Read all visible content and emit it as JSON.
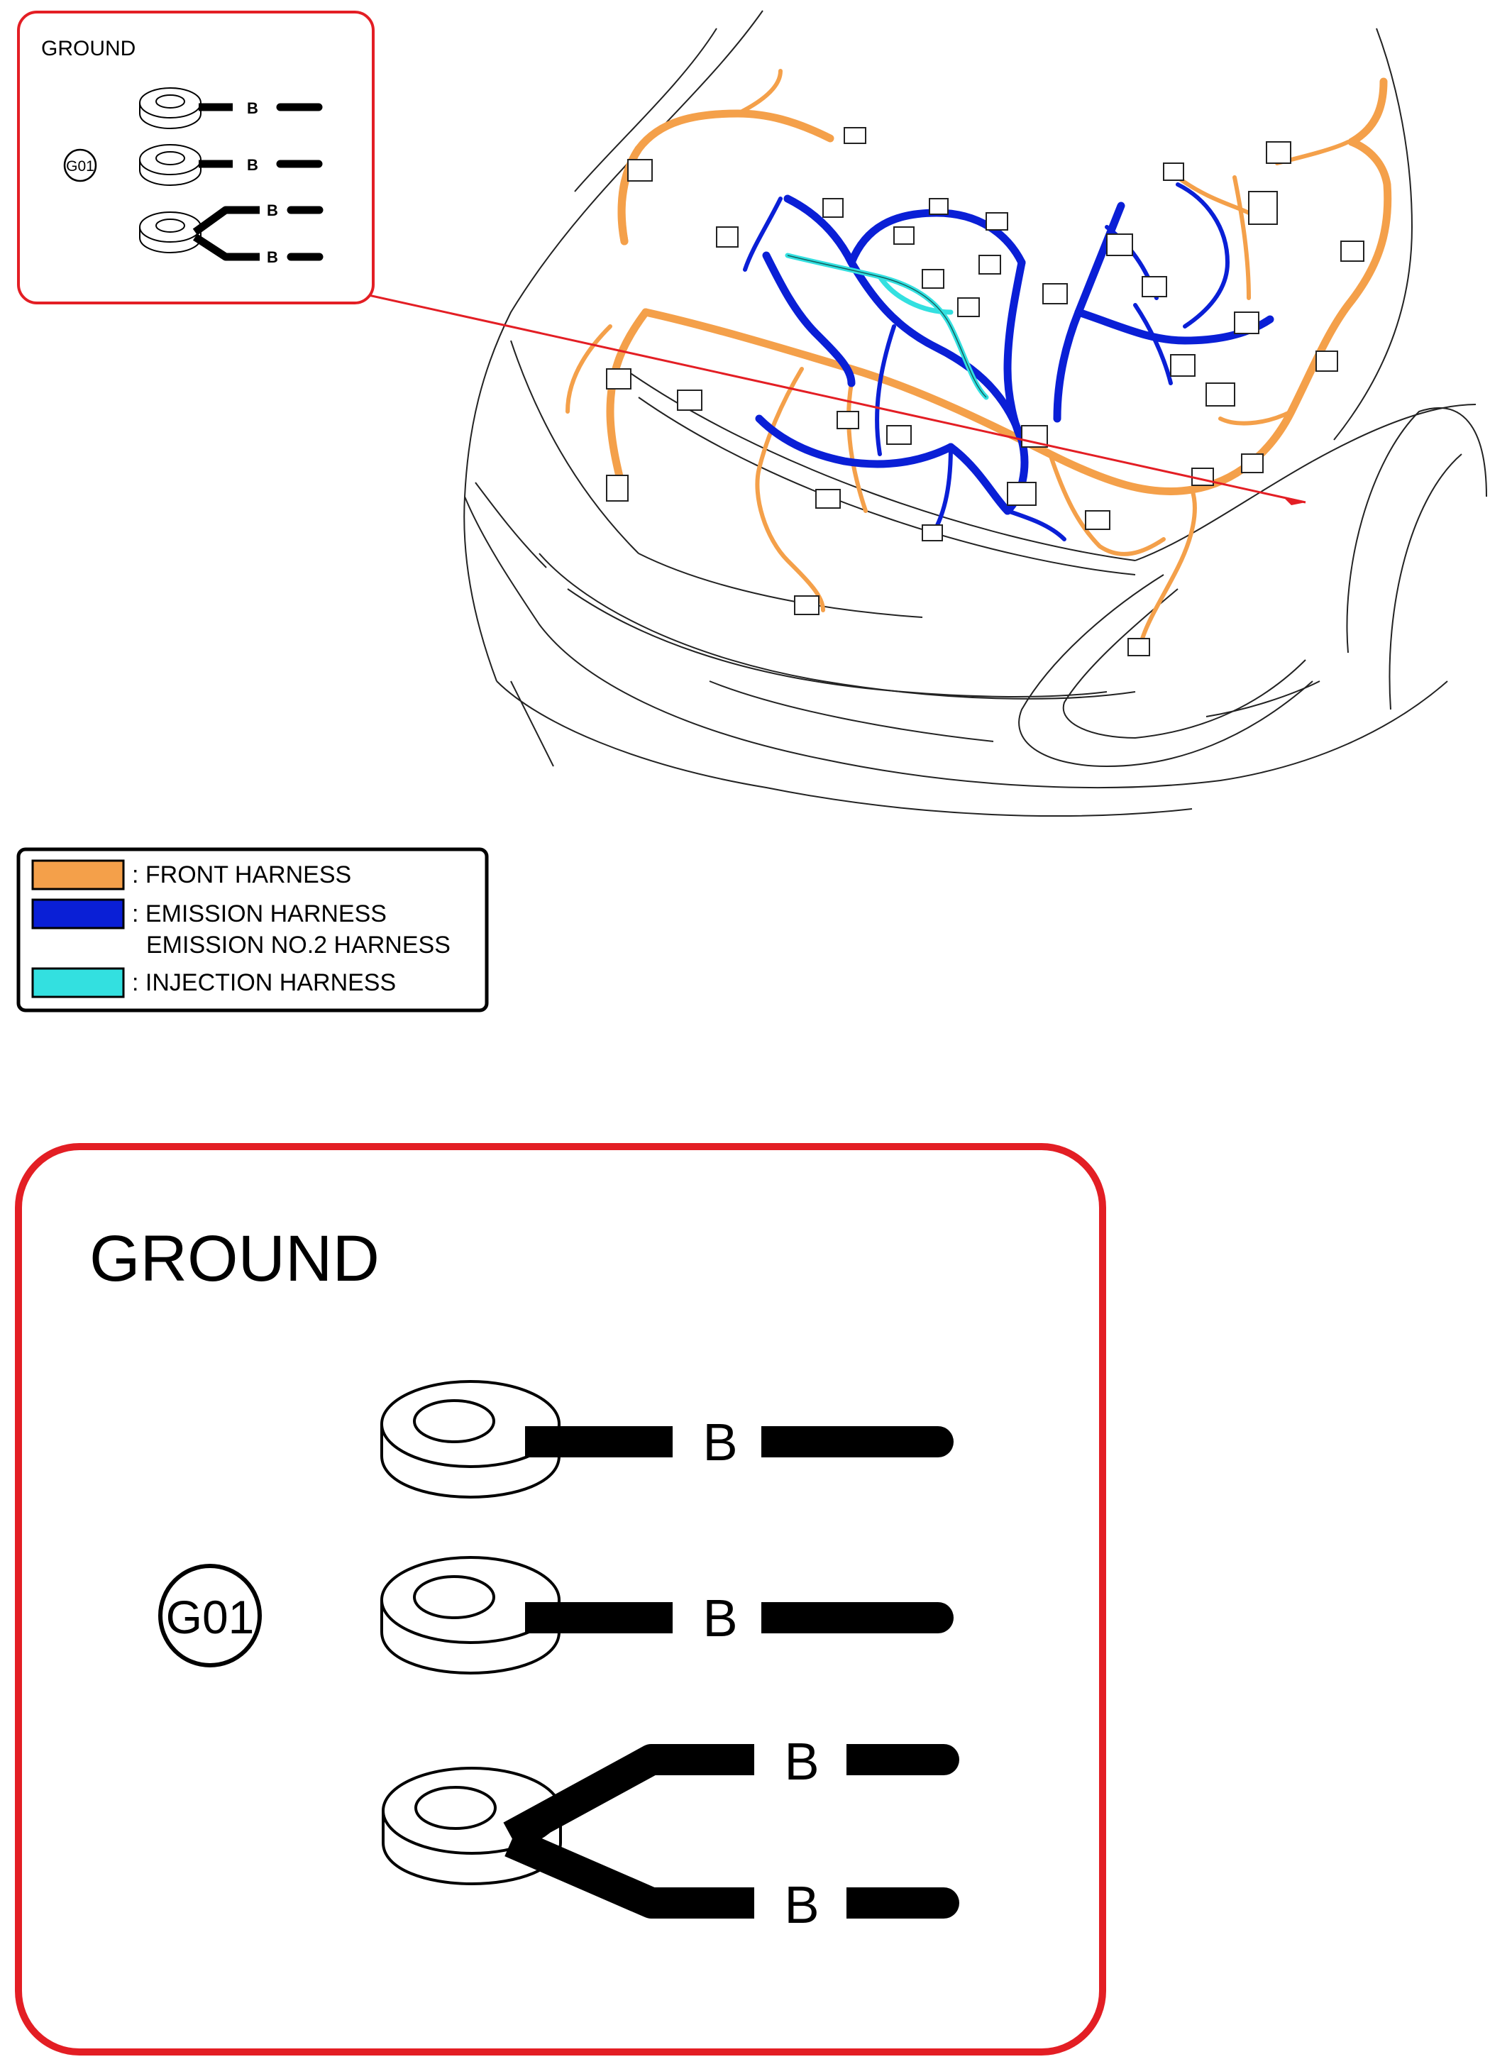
{
  "small_callout": {
    "title": "GROUND",
    "ground_id": "G01",
    "wire_labels": [
      "B",
      "B",
      "B",
      "B"
    ]
  },
  "large_callout": {
    "title": "GROUND",
    "ground_id": "G01",
    "wire_labels": [
      "B",
      "B",
      "B",
      "B"
    ]
  },
  "legend": {
    "items": [
      {
        "color": "#f4a04a",
        "label": ": FRONT HARNESS",
        "label2": ""
      },
      {
        "color": "#0a1fd6",
        "label": ": EMISSION HARNESS",
        "label2": "EMISSION NO.2 HARNESS"
      },
      {
        "color": "#33e0e0",
        "label": ": INJECTION HARNESS",
        "label2": ""
      }
    ]
  },
  "colors": {
    "callout_border": "#e31e24",
    "front_harness": "#f4a04a",
    "emission_harness": "#0a1fd6",
    "injection_harness": "#33e0e0"
  }
}
